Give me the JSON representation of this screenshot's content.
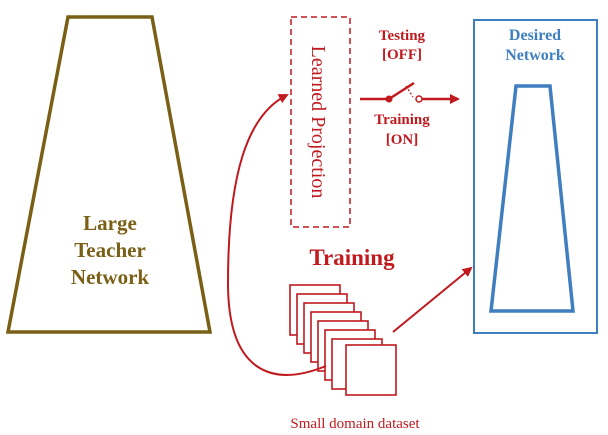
{
  "teacher": {
    "lines": [
      "Large",
      "Teacher",
      "Network"
    ]
  },
  "projection": {
    "label": "Learned Projection"
  },
  "switch": {
    "testing": [
      "Testing",
      "[OFF]"
    ],
    "training": [
      "Training",
      "[ON]"
    ]
  },
  "desired": {
    "lines": [
      "Desired",
      "Network"
    ]
  },
  "training_label": "Training",
  "dataset_label": "Small domain dataset",
  "colors": {
    "teacher": "#7a6016",
    "red": "#c0191e",
    "blue": "#3f7fbf"
  }
}
